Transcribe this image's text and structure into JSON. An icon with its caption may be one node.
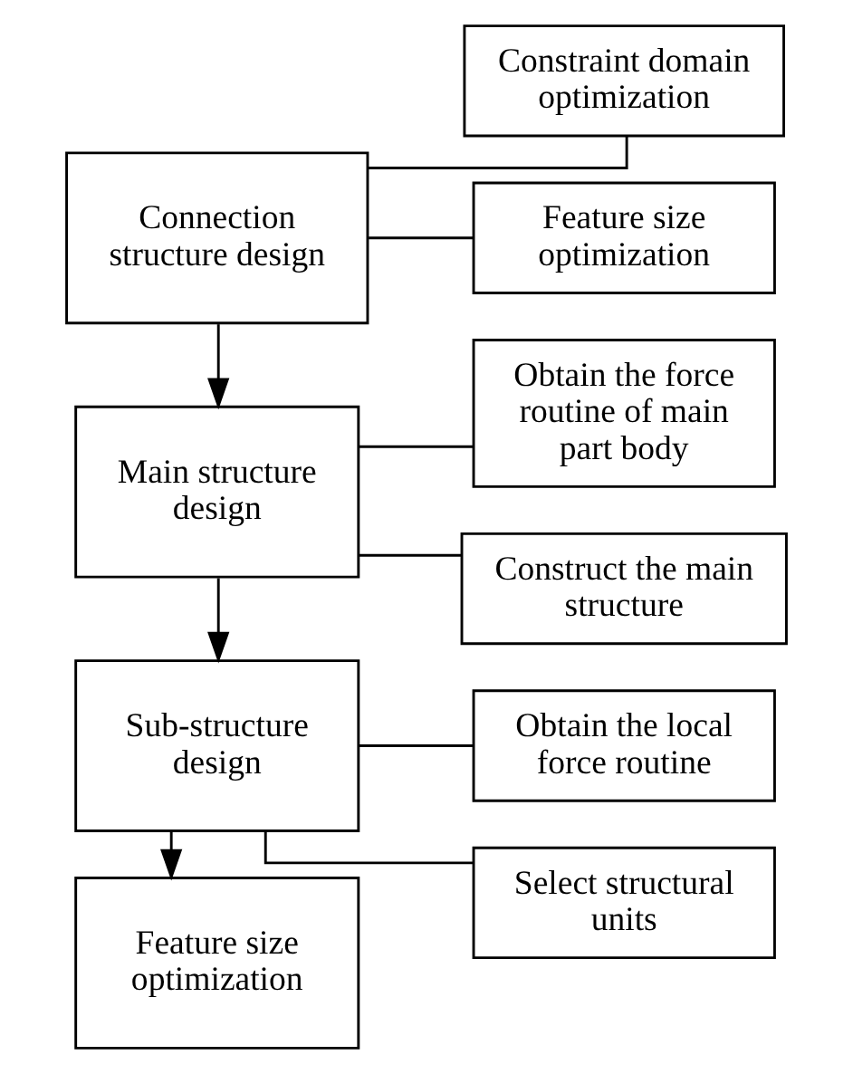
{
  "diagram": {
    "nodes": [
      {
        "text": [
          "Connection structure design"
        ]
      },
      {
        "text": [
          "Constraint domain optimization"
        ]
      },
      {
        "text": [
          "Feature size optimization"
        ]
      },
      {
        "text": [
          "Main structure design"
        ]
      },
      {
        "text": [
          "Obtain the force routine of main part body"
        ]
      },
      {
        "text": [
          "Construct the main structure"
        ]
      },
      {
        "text": [
          "Sub-structure design"
        ]
      },
      {
        "text": [
          "Obtain the local force routine"
        ]
      },
      {
        "text": [
          "Select structural units"
        ]
      },
      {
        "text": [
          "Feature size optimization"
        ]
      }
    ],
    "edges": [
      {
        "from": 0,
        "to": 1,
        "arrow": "none"
      },
      {
        "from": 0,
        "to": 2,
        "arrow": "none"
      },
      {
        "from": 0,
        "to": 3,
        "arrow": "to"
      },
      {
        "from": 3,
        "to": 4,
        "arrow": "none"
      },
      {
        "from": 3,
        "to": 5,
        "arrow": "none"
      },
      {
        "from": 3,
        "to": 6,
        "arrow": "to"
      },
      {
        "from": 6,
        "to": 7,
        "arrow": "none"
      },
      {
        "from": 6,
        "to": 8,
        "arrow": "none"
      },
      {
        "from": 6,
        "to": 9,
        "arrow": "to"
      }
    ]
  }
}
